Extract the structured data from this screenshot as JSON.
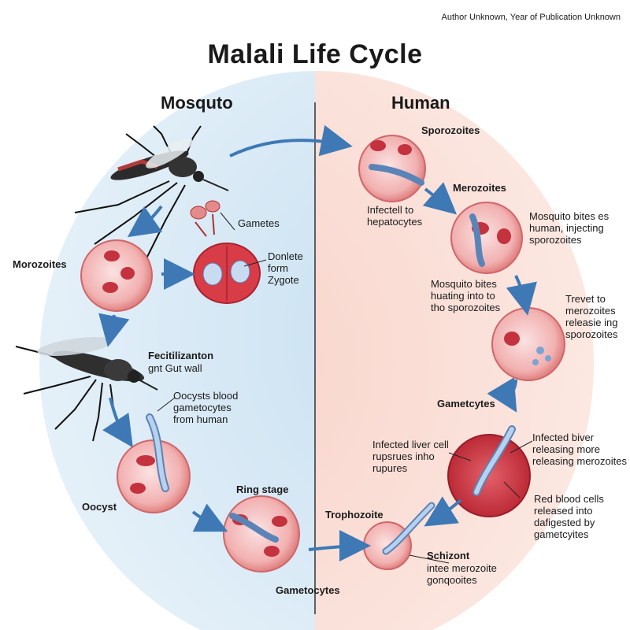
{
  "credit": "Author Unknown, Year of Publication Unknown",
  "title": "Malali Life Cycle",
  "sections": {
    "left": "Mosquto",
    "right": "Human"
  },
  "labels": {
    "gametes": "Gametes",
    "donlete": "Donlete\nform\nZygote",
    "morozoites": "Morozoites",
    "fertilization": "Fecitilizanton",
    "gut_wall": "gnt Gut wall",
    "oocysts_blood": "Oocysts blood\ngametocytes\nfrom human",
    "oocyst": "Oocyst",
    "ring_stage": "Ring stage",
    "gametocytes_bottom": "Gametocytes",
    "sporozoites": "Sporozoites",
    "infectell": "Infectell to\nhepatocytes",
    "merozoites": "Merozoites",
    "mosquito_bites_es": "Mosquito bites es\nhuman, injecting\nsporozoites",
    "mosquito_bites": "Mosquito bites\nhuating into to\ntho sporozoites",
    "trevet": "Trevet to\nmerozoites\nreleasie ing\nsporozoites",
    "gametcytes": "Gametcytes",
    "infected_liver": "Infected liver cell\nrupsrues inho\nrupures",
    "infected_biver": "Infected biver\nreleasing more\nreleasing merozoites",
    "red_blood": "Red blood cells\nreleased into\ndafigested by\ngametcyites",
    "trophozoite": "Trophozoite",
    "schizont": "Schizont",
    "intee": "intee merozoite\ngonqooites"
  }
}
